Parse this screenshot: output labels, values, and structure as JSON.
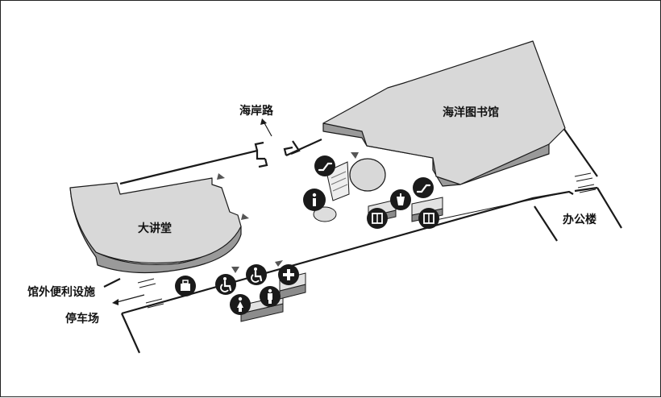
{
  "map": {
    "labels": {
      "library": "海洋图书馆",
      "hall": "大讲堂",
      "road": "海岸路",
      "office": "办公楼",
      "facilities": "馆外便利设施",
      "parking": "停车场"
    },
    "icons": [
      "escalator-icon",
      "escalator-icon",
      "info-icon",
      "restroom-icon",
      "elevator-icon",
      "elevator-icon",
      "locker-icon",
      "accessible-icon",
      "accessible-icon",
      "first-aid-icon",
      "female-restroom-icon",
      "male-restroom-icon"
    ],
    "colors": {
      "building_top": "#d8d8d8",
      "building_side": "#9a9a9a",
      "icon": "#1a1a1a",
      "line": "#1a1a1a"
    }
  }
}
